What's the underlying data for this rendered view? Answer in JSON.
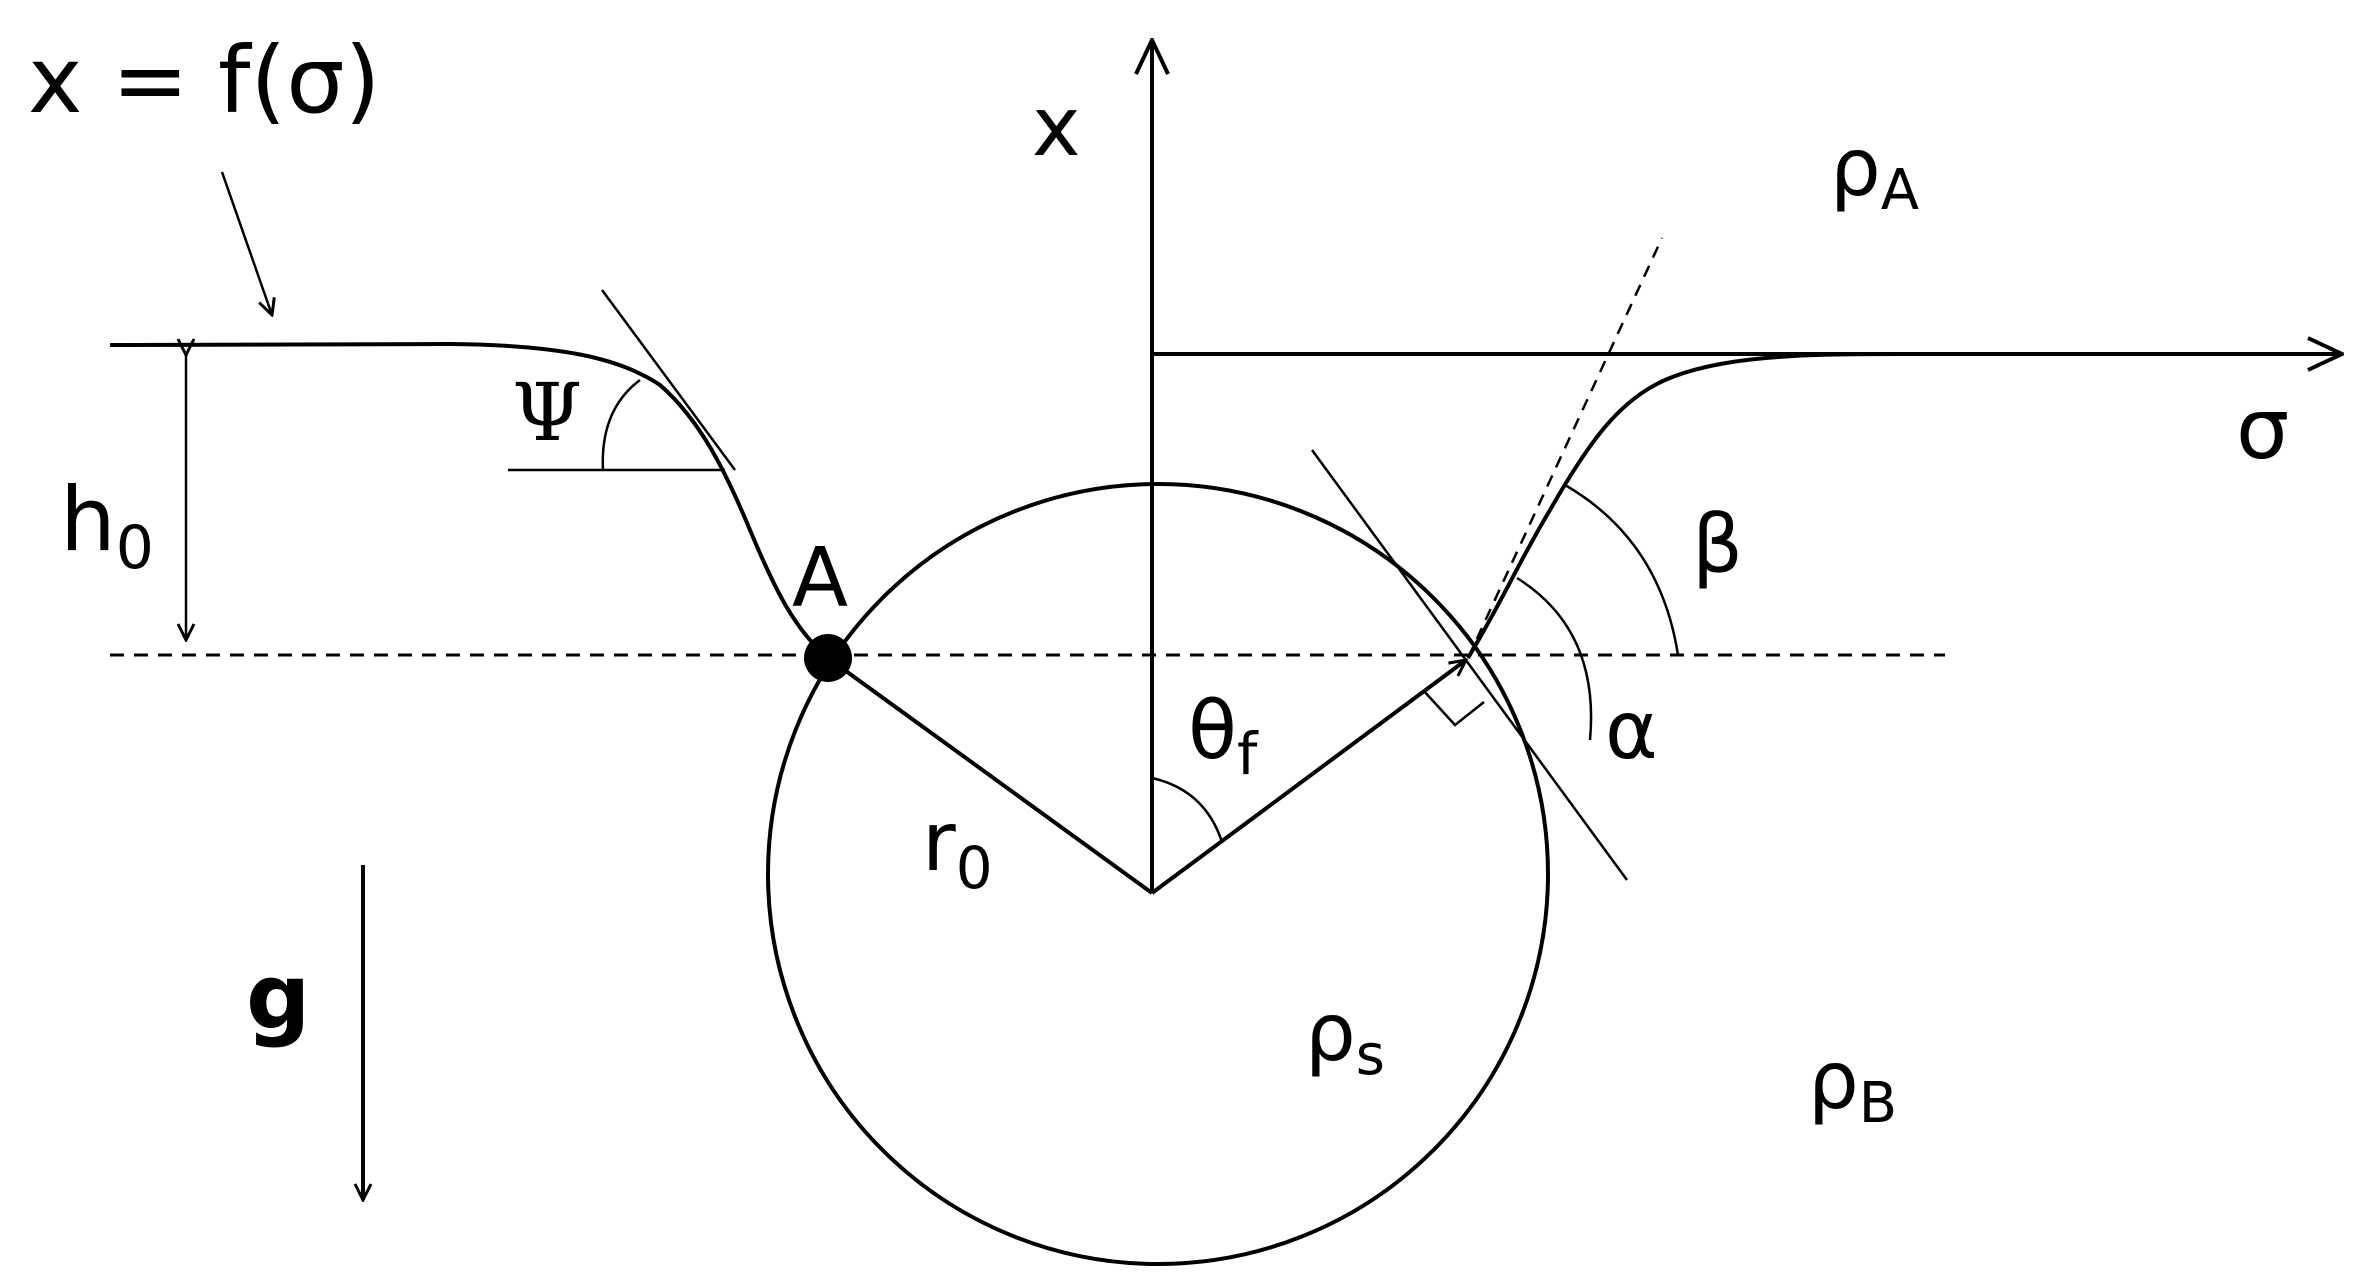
{
  "labels": {
    "equation": "x = f(σ)",
    "x_axis": "x",
    "sigma_axis": "σ",
    "rho_a": "ρ",
    "rho_a_sub": "A",
    "rho_b": "ρ",
    "rho_b_sub": "B",
    "rho_s": "ρ",
    "rho_s_sub": "s",
    "psi": "Ψ",
    "h0": "h",
    "h0_sub": "0",
    "point_a": "A",
    "beta": "β",
    "alpha": "α",
    "theta_f": "θ",
    "theta_f_sub": "f",
    "r0": "r",
    "r0_sub": "0",
    "gravity": "g"
  },
  "colors": {
    "stroke": "#000000",
    "background": "#ffffff"
  }
}
